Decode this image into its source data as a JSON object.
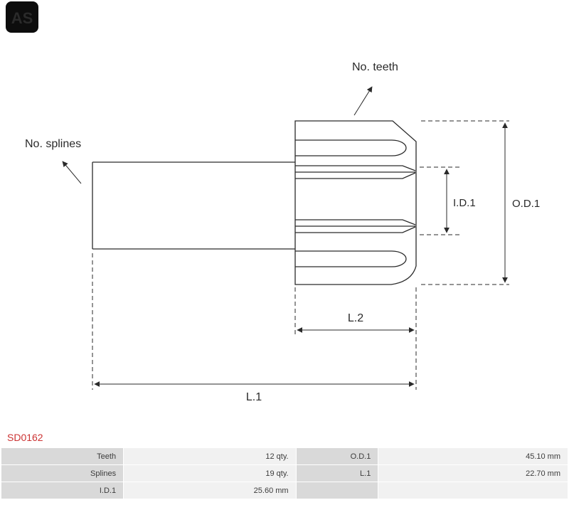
{
  "logo": {
    "text": "AS"
  },
  "part_number": "SD0162",
  "diagram": {
    "labels": {
      "no_teeth": "No. teeth",
      "no_splines": "No. splines",
      "id1": "I.D.1",
      "od1": "O.D.1",
      "l2": "L.2",
      "l1": "L.1"
    }
  },
  "table": {
    "rows": [
      {
        "label1": "Teeth",
        "value1": "12 qty.",
        "label2": "O.D.1",
        "value2": "45.10 mm"
      },
      {
        "label1": "Splines",
        "value1": "19 qty.",
        "label2": "L.1",
        "value2": "22.70 mm"
      },
      {
        "label1": "I.D.1",
        "value1": "25.60 mm",
        "label2": "",
        "value2": ""
      }
    ]
  },
  "colors": {
    "part_number": "#cc3333",
    "table_label_bg": "#d9d9d9",
    "table_value_bg": "#f1f1f1",
    "line": "#2a2a2a",
    "logo_bg": "#0d0d0d"
  }
}
